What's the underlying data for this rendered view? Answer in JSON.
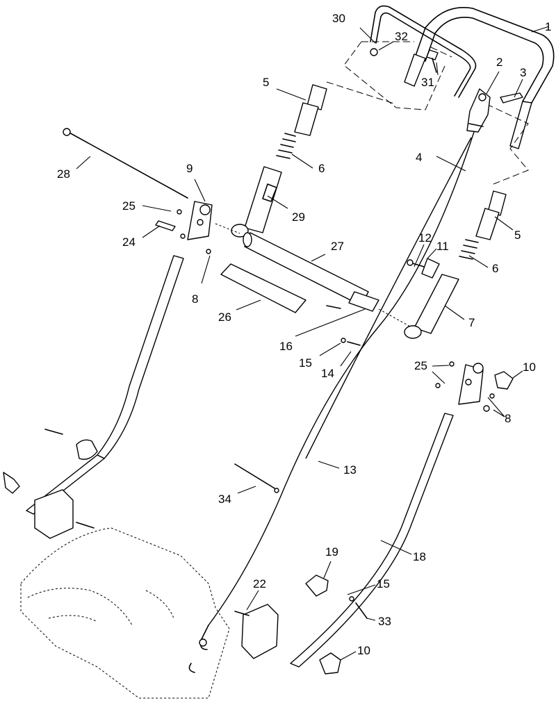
{
  "callouts": {
    "c1": "1",
    "c2": "2",
    "c3": "3",
    "c4": "4",
    "c5a": "5",
    "c5b": "5",
    "c6a": "6",
    "c6b": "6",
    "c7": "7",
    "c8a": "8",
    "c8b": "8",
    "c9": "9",
    "c10a": "10",
    "c10b": "10",
    "c11": "11",
    "c12": "12",
    "c13": "13",
    "c14": "14",
    "c15a": "15",
    "c15b": "15",
    "c16": "16",
    "c18": "18",
    "c19": "19",
    "c22": "22",
    "c24": "24",
    "c25a": "25",
    "c25b": "25",
    "c26": "26",
    "c27": "27",
    "c28": "28",
    "c29": "29",
    "c30": "30",
    "c31": "31",
    "c32": "32",
    "c33": "33",
    "c34": "34"
  },
  "colors": {
    "ink": "#000000",
    "paper": "#ffffff"
  }
}
